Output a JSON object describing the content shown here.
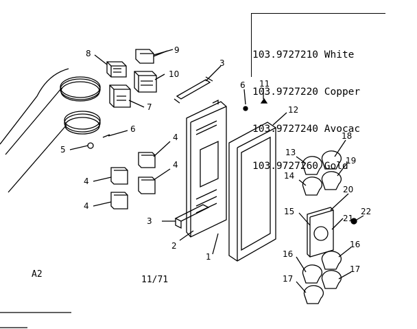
{
  "legend": {
    "rows": [
      {
        "part": "103.9727210",
        "color": "White"
      },
      {
        "part": "103.9727220",
        "color": "Copper"
      },
      {
        "part": "103.9727240",
        "color": "Avocac"
      },
      {
        "part": "103.9727260",
        "color": "Gold"
      }
    ]
  },
  "footer": {
    "code": "A2",
    "date": "11/71"
  },
  "callouts": {
    "c1": "1",
    "c2": "2",
    "c3a": "3",
    "c3b": "3",
    "c4a": "4",
    "c4b": "4",
    "c4c": "4",
    "c4d": "4",
    "c5": "5",
    "c6a": "6",
    "c6b": "6",
    "c7": "7",
    "c8": "8",
    "c9": "9",
    "c10": "10",
    "c11": "11",
    "c12": "12",
    "c13": "13",
    "c14": "14",
    "c15": "15",
    "c16a": "16",
    "c16b": "16",
    "c17a": "17",
    "c17b": "17",
    "c18": "18",
    "c19": "19",
    "c20": "20",
    "c21": "21",
    "c22": "22"
  },
  "colors": {
    "ink": "#000000",
    "paper": "#ffffff"
  }
}
